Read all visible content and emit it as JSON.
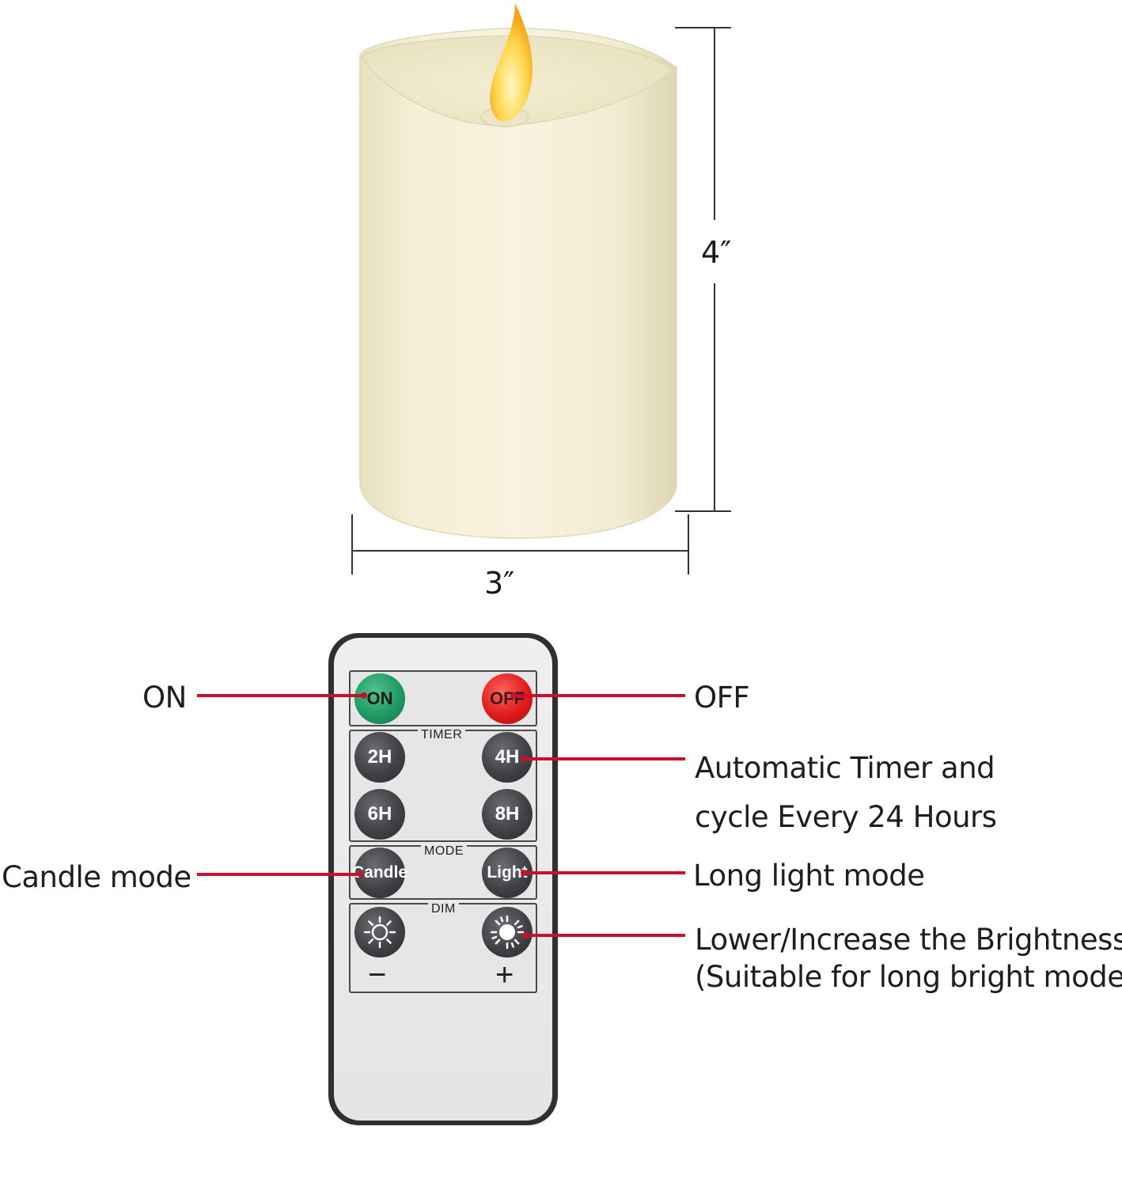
{
  "dimensions": {
    "height": "4″",
    "width": "3″"
  },
  "remote": {
    "buttons": {
      "on": "ON",
      "off": "OFF",
      "timer_2h": "2H",
      "timer_4h": "4H",
      "timer_6h": "6H",
      "timer_8h": "8H",
      "candle": "Candle",
      "light": "Light",
      "dim_minus_sign": "−",
      "dim_plus_sign": "+"
    },
    "sections": {
      "timer": "TIMER",
      "mode": "MODE",
      "dim": "DIM"
    }
  },
  "callouts": {
    "on": "ON",
    "off": "OFF",
    "timer_line1": "Automatic Timer and",
    "timer_line2": "cycle Every 24 Hours",
    "candle_mode": "Candle mode",
    "light_mode": "Long light mode",
    "brightness_line1": "Lower/Increase the Brightness",
    "brightness_line2": "(Suitable for long bright mode)"
  },
  "colors": {
    "callout_line": "#c8102e",
    "candle_body": "#f3eed3",
    "on_button": "#1f9a62",
    "off_button": "#e01b1b",
    "dark_button": "#3f4144"
  },
  "icons": {
    "dim_minus": "sun-outline-icon",
    "dim_plus": "sun-filled-icon"
  }
}
